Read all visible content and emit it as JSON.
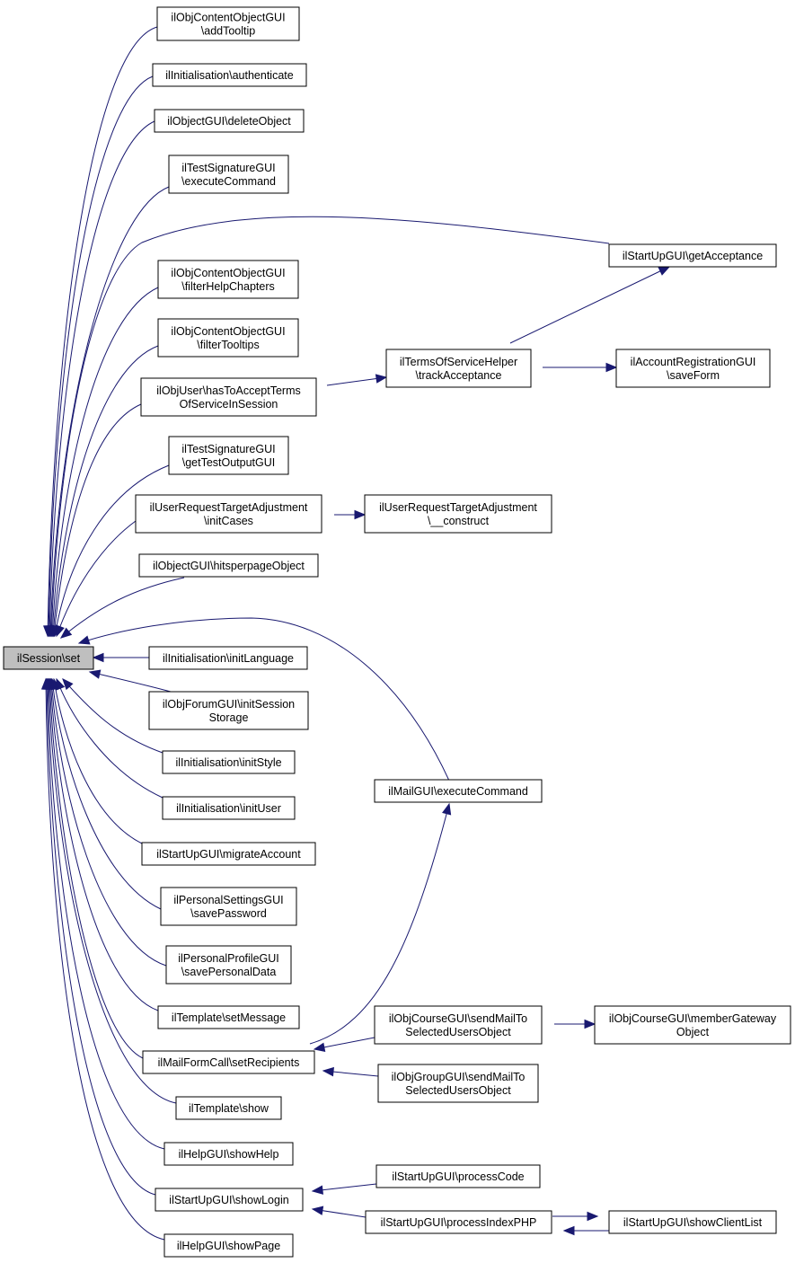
{
  "nodes": [
    {
      "id": "root",
      "lines": [
        "ilSession\\set"
      ],
      "root": true
    },
    {
      "id": "addTooltip",
      "lines": [
        "ilObjContentObjectGUI",
        "\\addTooltip"
      ]
    },
    {
      "id": "authenticate",
      "lines": [
        "ilInitialisation\\authenticate"
      ]
    },
    {
      "id": "deleteObject",
      "lines": [
        "ilObjectGUI\\deleteObject"
      ]
    },
    {
      "id": "testSigExec",
      "lines": [
        "ilTestSignatureGUI",
        "\\executeCommand"
      ]
    },
    {
      "id": "getAcceptance",
      "lines": [
        "ilStartUpGUI\\getAcceptance"
      ]
    },
    {
      "id": "filterHelp",
      "lines": [
        "ilObjContentObjectGUI",
        "\\filterHelpChapters"
      ]
    },
    {
      "id": "filterTooltips",
      "lines": [
        "ilObjContentObjectGUI",
        "\\filterTooltips"
      ]
    },
    {
      "id": "trackAcceptance",
      "lines": [
        "ilTermsOfServiceHelper",
        "\\trackAcceptance"
      ]
    },
    {
      "id": "saveForm",
      "lines": [
        "ilAccountRegistrationGUI",
        "\\saveForm"
      ]
    },
    {
      "id": "hasToAccept",
      "lines": [
        "ilObjUser\\hasToAcceptTerms",
        "OfServiceInSession"
      ]
    },
    {
      "id": "getTestOutput",
      "lines": [
        "ilTestSignatureGUI",
        "\\getTestOutputGUI"
      ]
    },
    {
      "id": "initCases",
      "lines": [
        "ilUserRequestTargetAdjustment",
        "\\initCases"
      ]
    },
    {
      "id": "urtaConstruct",
      "lines": [
        "ilUserRequestTargetAdjustment",
        "\\__construct"
      ]
    },
    {
      "id": "hitsperpage",
      "lines": [
        "ilObjectGUI\\hitsperpageObject"
      ]
    },
    {
      "id": "initLanguage",
      "lines": [
        "ilInitialisation\\initLanguage"
      ]
    },
    {
      "id": "initSessionStorage",
      "lines": [
        "ilObjForumGUI\\initSession",
        "Storage"
      ]
    },
    {
      "id": "initStyle",
      "lines": [
        "ilInitialisation\\initStyle"
      ]
    },
    {
      "id": "initUser",
      "lines": [
        "ilInitialisation\\initUser"
      ]
    },
    {
      "id": "mailExec",
      "lines": [
        "ilMailGUI\\executeCommand"
      ]
    },
    {
      "id": "migrateAccount",
      "lines": [
        "ilStartUpGUI\\migrateAccount"
      ]
    },
    {
      "id": "savePassword",
      "lines": [
        "ilPersonalSettingsGUI",
        "\\savePassword"
      ]
    },
    {
      "id": "savePersonalData",
      "lines": [
        "ilPersonalProfileGUI",
        "\\savePersonalData"
      ]
    },
    {
      "id": "setMessage",
      "lines": [
        "ilTemplate\\setMessage"
      ]
    },
    {
      "id": "courseSendMail",
      "lines": [
        "ilObjCourseGUI\\sendMailTo",
        "SelectedUsersObject"
      ]
    },
    {
      "id": "memberGateway",
      "lines": [
        "ilObjCourseGUI\\memberGateway",
        "Object"
      ]
    },
    {
      "id": "setRecipients",
      "lines": [
        "ilMailFormCall\\setRecipients"
      ]
    },
    {
      "id": "groupSendMail",
      "lines": [
        "ilObjGroupGUI\\sendMailTo",
        "SelectedUsersObject"
      ]
    },
    {
      "id": "templateShow",
      "lines": [
        "ilTemplate\\show"
      ]
    },
    {
      "id": "showHelp",
      "lines": [
        "ilHelpGUI\\showHelp"
      ]
    },
    {
      "id": "processCode",
      "lines": [
        "ilStartUpGUI\\processCode"
      ]
    },
    {
      "id": "showLogin",
      "lines": [
        "ilStartUpGUI\\showLogin"
      ]
    },
    {
      "id": "processIndexPHP",
      "lines": [
        "ilStartUpGUI\\processIndexPHP"
      ]
    },
    {
      "id": "showClientList",
      "lines": [
        "ilStartUpGUI\\showClientList"
      ]
    },
    {
      "id": "showPage",
      "lines": [
        "ilHelpGUI\\showPage"
      ]
    }
  ]
}
